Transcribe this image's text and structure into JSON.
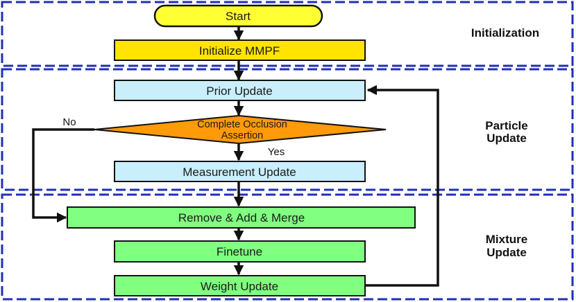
{
  "sections": {
    "initialization": "Initialization",
    "particle_update": [
      "Particle",
      "Update"
    ],
    "mixture_update": [
      "Mixture",
      "Update"
    ]
  },
  "nodes": {
    "start": "Start",
    "init_mmpf": "Initialize MMPF",
    "prior_update": "Prior Update",
    "occlusion": [
      "Complete Occlusion",
      "Assertion"
    ],
    "measurement_update": "Measurement Update",
    "remove_add_merge": "Remove & Add & Merge",
    "finetune": "Finetune",
    "weight_update": "Weight Update"
  },
  "edges": {
    "no_label": "No",
    "yes_label": "Yes"
  },
  "colors": {
    "section_border": "#1f2fb8",
    "start_fill": "#ffff33",
    "init_fill": "#ffe400",
    "particle_fill": "#c9eefc",
    "decision_fill": "#ff9a0a",
    "mixture_fill": "#80ff80",
    "stroke": "#111111"
  }
}
